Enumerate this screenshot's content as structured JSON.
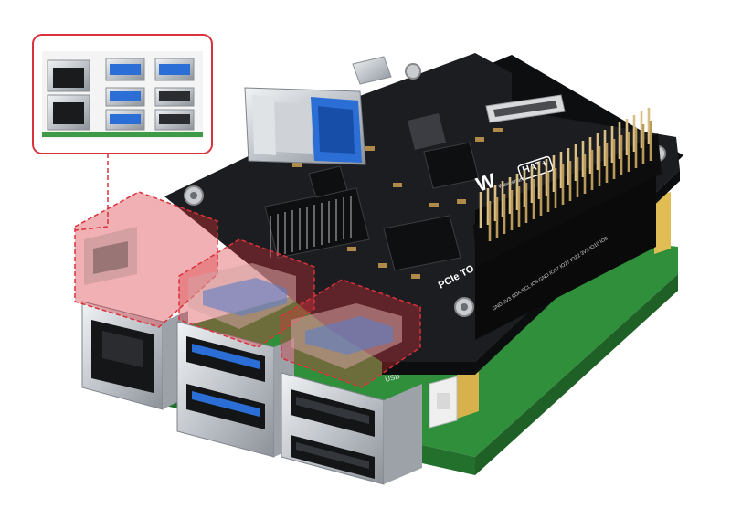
{
  "board": {
    "brand_text": "Waveshare",
    "hat_label": "HAT+",
    "pcie_label": "PCIe TO",
    "usb_label": "USB",
    "gpio_pin_labels": "GND 3V3 SDA SCL IO4 GND IO17 IO27 IO22 3V3 IO10 IO9"
  },
  "colors": {
    "pcb_black": "#1c1d20",
    "pcb_green": "#2f8f3a",
    "highlight_red": "#d9323a",
    "usb_blue": "#2b6fd6",
    "pin_gold": "#cfa24a",
    "metal": "#c9cdd2"
  },
  "icons": {
    "logo": "waveshare-logo",
    "inset": "ports-inset-photo"
  }
}
